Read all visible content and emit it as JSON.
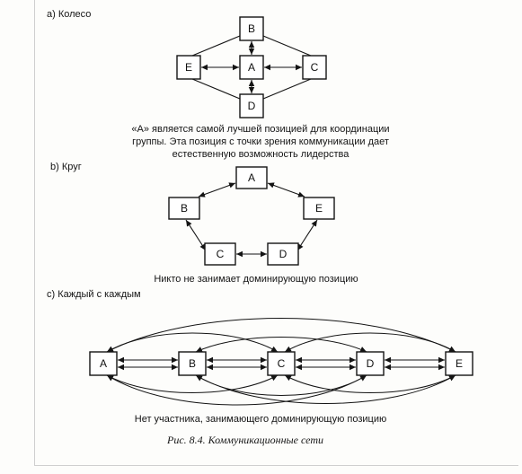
{
  "sections": {
    "wheel": {
      "heading": "а) Колесо",
      "caption_line1": "«А» является самой лучшей позицией для координации",
      "caption_line2": "группы. Эта позиция с точки зрения коммуникации дает",
      "caption_line3": "естественную возможность лидерства",
      "nodes": {
        "top": "B",
        "left": "E",
        "center": "A",
        "right": "C",
        "bottom": "D"
      }
    },
    "circle": {
      "heading": "b) Круг",
      "caption": "Никто не занимает доминирующую позицию",
      "nodes": {
        "top": "A",
        "left": "B",
        "right": "E",
        "bottom_left": "C",
        "bottom_right": "D"
      }
    },
    "all_channel": {
      "heading": "с) Каждый с каждым",
      "caption": "Нет участника, занимающего доминирующую позицию",
      "nodes": [
        "A",
        "B",
        "C",
        "D",
        "E"
      ]
    }
  },
  "figure_caption": "Рис. 8.4. Коммуникационные сети",
  "colors": {
    "ink": "#141414",
    "paper": "#fdfdfb"
  }
}
